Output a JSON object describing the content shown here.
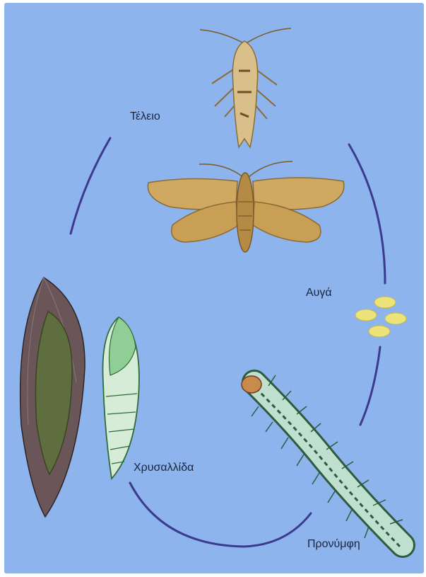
{
  "stages": {
    "adult": "Τέλειο",
    "eggs": "Αυγά",
    "pupa": "Χρυσαλλίδα",
    "larva": "Προνύμφη"
  },
  "colors": {
    "background": "#8db4ec",
    "cycle_line": "#3b3a8e",
    "moth_wing": "#c9a45c",
    "egg": "#ece37a",
    "larva_body": "#bfe0cf",
    "pupa_green": "#8fcf96",
    "cocoon": "#5e4b4d"
  }
}
